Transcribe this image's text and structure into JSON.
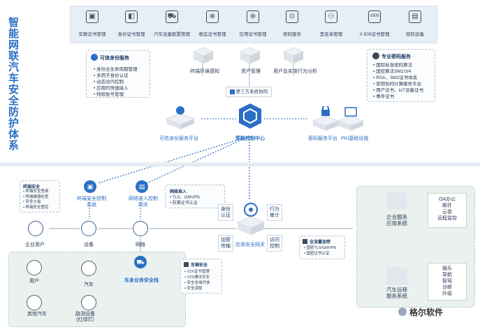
{
  "title": "智能网联汽车安全防护体系",
  "top_services": [
    "车联证书管理",
    "身份证书管理",
    "汽车设备配置管理",
    "根迄证书管理",
    "应用证书管理",
    "密码服务",
    "黑名单管理",
    "X.509证书管理",
    "密码设备"
  ],
  "top_icon_glyphs": [
    "▣",
    "◧",
    "⛟",
    "⊗",
    "⊕",
    "⊙",
    "⚇",
    "x509",
    "▤"
  ],
  "trusted_identity": {
    "title": "可信身份服务",
    "items": [
      "身份全生命周期管理",
      "多因子身份认证",
      "动态访问控制",
      "应用的快速接入",
      "特权账号管理"
    ]
  },
  "center_top": [
    "终端环境感知",
    "资产管理",
    "用户及实体行为分析"
  ],
  "third_party": "第三方系统协同",
  "policy_center": "策略控制中心",
  "trusted_platform": "可信身份服务平台",
  "crypto_platform": "密码服务平台",
  "pki": "PKI基础设施",
  "pro_crypto": {
    "title": "专业密码服务",
    "items": [
      "国际标准密码算法",
      "国密算法SM2/3/4",
      "RSA、SM2证书体系",
      "密钥协同计算服务平台",
      "用户证书、IoT设备证书",
      "事件证书"
    ]
  },
  "terminal_security": {
    "title": "终端安全",
    "items": [
      "终端安全登录",
      "终端健康检查",
      "安全沙盒",
      "终端安全管控"
    ]
  },
  "terminal_ctrl": "终端安全控制系统",
  "network_access": "网络准入控制网关",
  "network_access_box": {
    "title": "网络准入",
    "items": [
      "TLS、GMVPN",
      "防篡证书认证"
    ]
  },
  "left_nodes": [
    "企业用户",
    "设备",
    "网络"
  ],
  "app_gateway": "应用安全网关",
  "gateway_labels": [
    "身份认证",
    "行为审计",
    "加密传输",
    "访问控制"
  ],
  "full_encryption": {
    "title": "全流量加密",
    "items": [
      "国密TLS/GMVPN",
      "国密证书认证"
    ]
  },
  "car_stack": {
    "user": "用户",
    "car": "汽车",
    "other_car": "其他汽车",
    "road": "路测设备\n(红绿灯)",
    "gateway": "车身业务安全栈"
  },
  "car_security": {
    "title": "车辆安全",
    "items": [
      "V2X证书管理",
      "V2X通讯安全",
      "安全全域开放",
      "安全读取"
    ]
  },
  "right_systems": [
    {
      "name": "企业服务\n应用系统",
      "items": [
        "OA办公",
        "邮件",
        "云盘",
        "远程监控"
      ]
    },
    {
      "name": "汽车远程\n服务系统",
      "items": [
        "娱乐",
        "导航",
        "智驾",
        "诊断",
        "升级"
      ]
    }
  ],
  "watermark": "格尔软件",
  "colors": {
    "accent": "#2b6fc4",
    "green_panel": "#eaf1ee",
    "band": "#e8eef6"
  }
}
